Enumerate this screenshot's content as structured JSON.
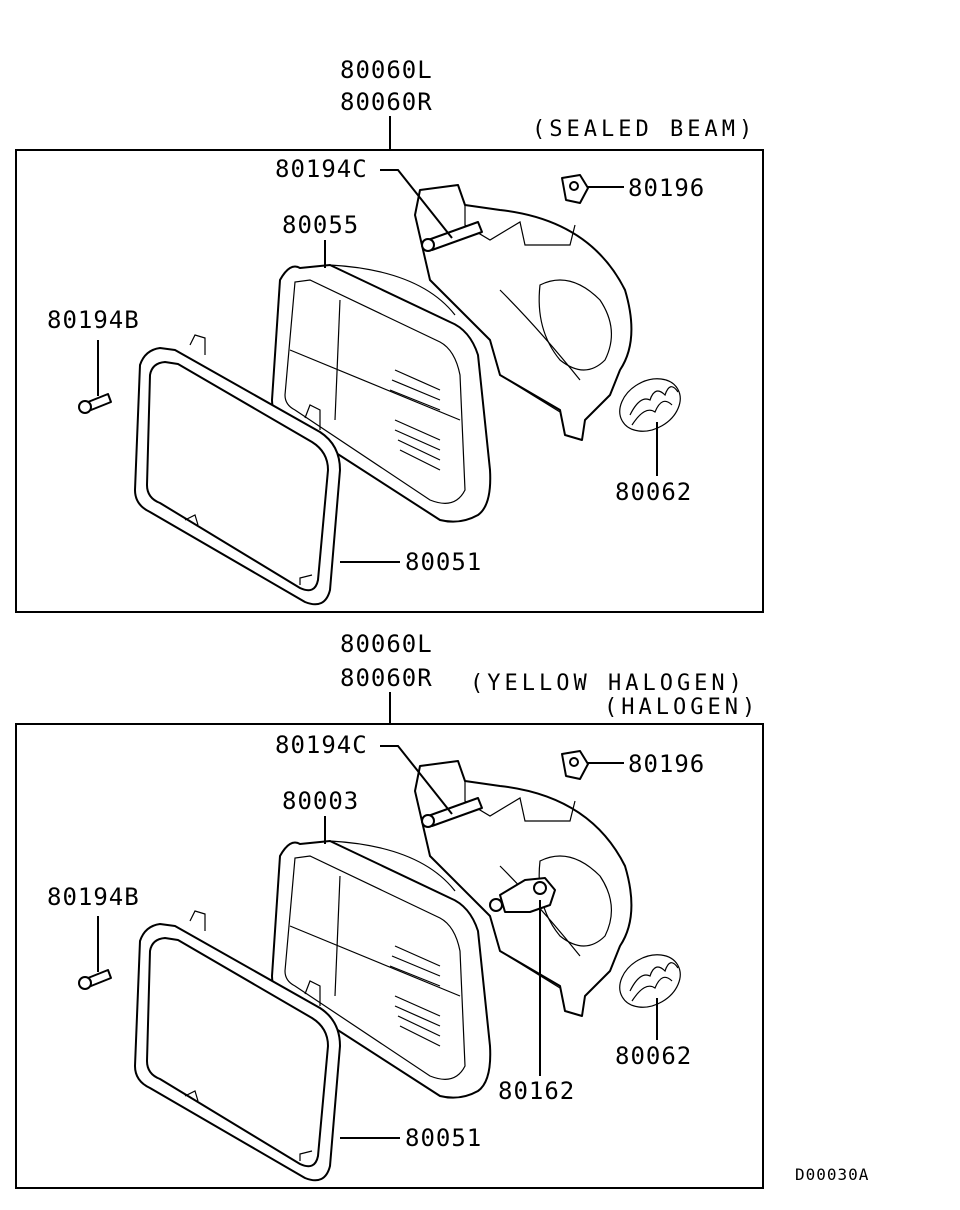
{
  "panels": [
    {
      "assembly_left": "80060L",
      "assembly_right": "80060R",
      "variant_labels": [
        "(SEALED BEAM)"
      ],
      "parts": {
        "screw_long": "80194C",
        "clip": "80196",
        "lamp_unit": "80055",
        "screw_short": "80194B",
        "spring": "80062",
        "bezel": "80051"
      }
    },
    {
      "assembly_left": "80060L",
      "assembly_right": "80060R",
      "variant_labels": [
        "(YELLOW HALOGEN)",
        "(HALOGEN)"
      ],
      "parts": {
        "screw_long": "80194C",
        "clip": "80196",
        "lamp_unit": "80003",
        "screw_short": "80194B",
        "spring": "80062",
        "bulb": "80162",
        "bezel": "80051"
      }
    }
  ],
  "diagram_code": "D00030A"
}
